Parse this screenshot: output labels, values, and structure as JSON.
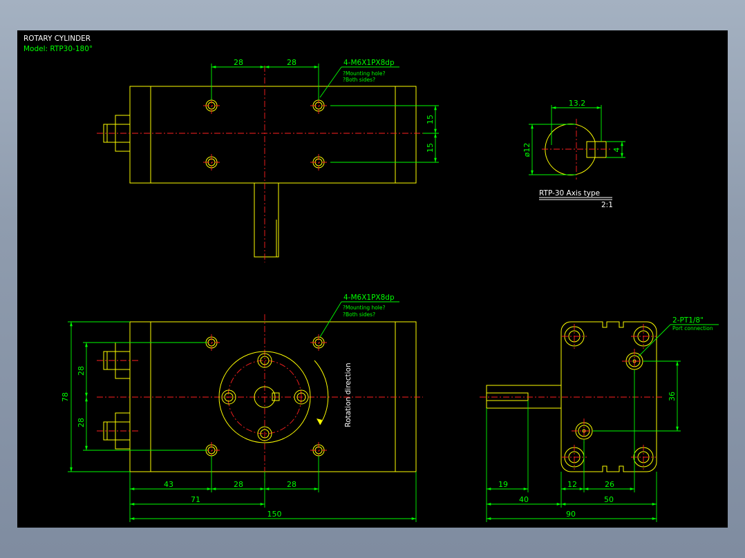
{
  "title": {
    "line1": "ROTARY CYLINDER",
    "line2": "Model: RTP30-180°"
  },
  "top_view": {
    "dim_left": "28",
    "dim_right": "28",
    "callout_main": "4-M6X1PX8dp",
    "callout_sub1": "?Mounting hole?",
    "callout_sub2": "?Both sides?",
    "dim_v1": "15",
    "dim_v2": "15"
  },
  "axis_detail": {
    "dim_width": "13.2",
    "dim_dia": "ø12",
    "dim_key": "4",
    "label": "RTP-30 Axis type",
    "scale": "2:1"
  },
  "front_view": {
    "callout_main": "4-M6X1PX8dp",
    "callout_sub1": "?Mounting hole?",
    "callout_sub2": "?Both sides?",
    "rotation_label": "Rotation direction",
    "dim_height": "78",
    "dim_h_upper": "28",
    "dim_h_lower": "28",
    "dim_43": "43",
    "dim_28a": "28",
    "dim_28b": "28",
    "dim_71": "71",
    "dim_150": "150"
  },
  "side_view": {
    "port_main": "2-PT1/8\"",
    "port_sub": "Port connection",
    "dim_36": "36",
    "dim_19": "19",
    "dim_12": "12",
    "dim_26": "26",
    "dim_40": "40",
    "dim_50": "50",
    "dim_90": "90"
  },
  "colors": {
    "background": "#000000",
    "outline": "#ffff00",
    "dimension": "#00ff00",
    "centerline": "#ff2020",
    "text": "#ffffff"
  }
}
